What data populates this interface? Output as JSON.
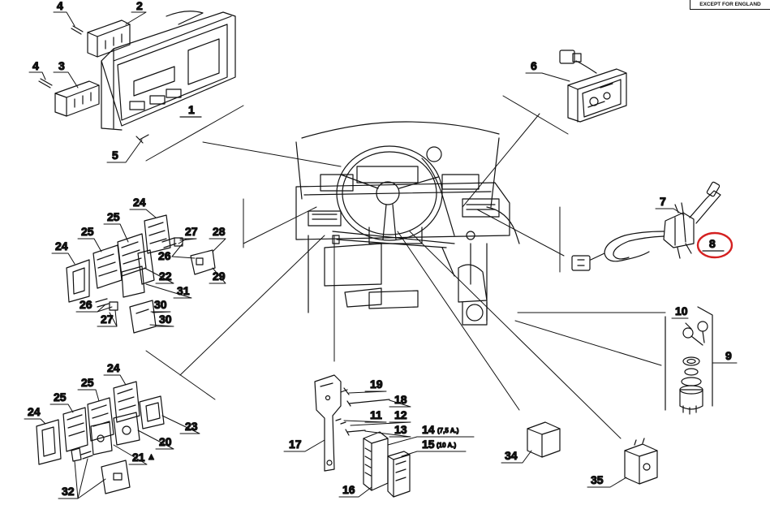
{
  "note": "EXCEPT FOR ENGLAND",
  "labels": {
    "p1": "1",
    "p2": "2",
    "p3": "3",
    "p4a": "4",
    "p4b": "4",
    "p5": "5",
    "p6": "6",
    "p7": "7",
    "p8": "8",
    "p9": "9",
    "p10": "10",
    "p11": "11",
    "p12": "12",
    "p13": "13",
    "p14": "14",
    "p14s": "(7,5 A.)",
    "p15": "15",
    "p15s": "(10 A.)",
    "p16": "16",
    "p17": "17",
    "p18": "18",
    "p19": "19",
    "p20": "20",
    "p21": "21",
    "p21m": "▲",
    "p22": "22",
    "p23": "23",
    "p24a": "24",
    "p24b": "24",
    "p24c": "24",
    "p24d": "24",
    "p25a": "25",
    "p25b": "25",
    "p25c": "25",
    "p26a": "26",
    "p26b": "26",
    "p27a": "27",
    "p27b": "27",
    "p28": "28",
    "p29": "29",
    "p30a": "30",
    "p30b": "30",
    "p31": "31",
    "p32": "32",
    "p34": "34",
    "p35": "35"
  },
  "highlight": {
    "color": "#d42020"
  }
}
